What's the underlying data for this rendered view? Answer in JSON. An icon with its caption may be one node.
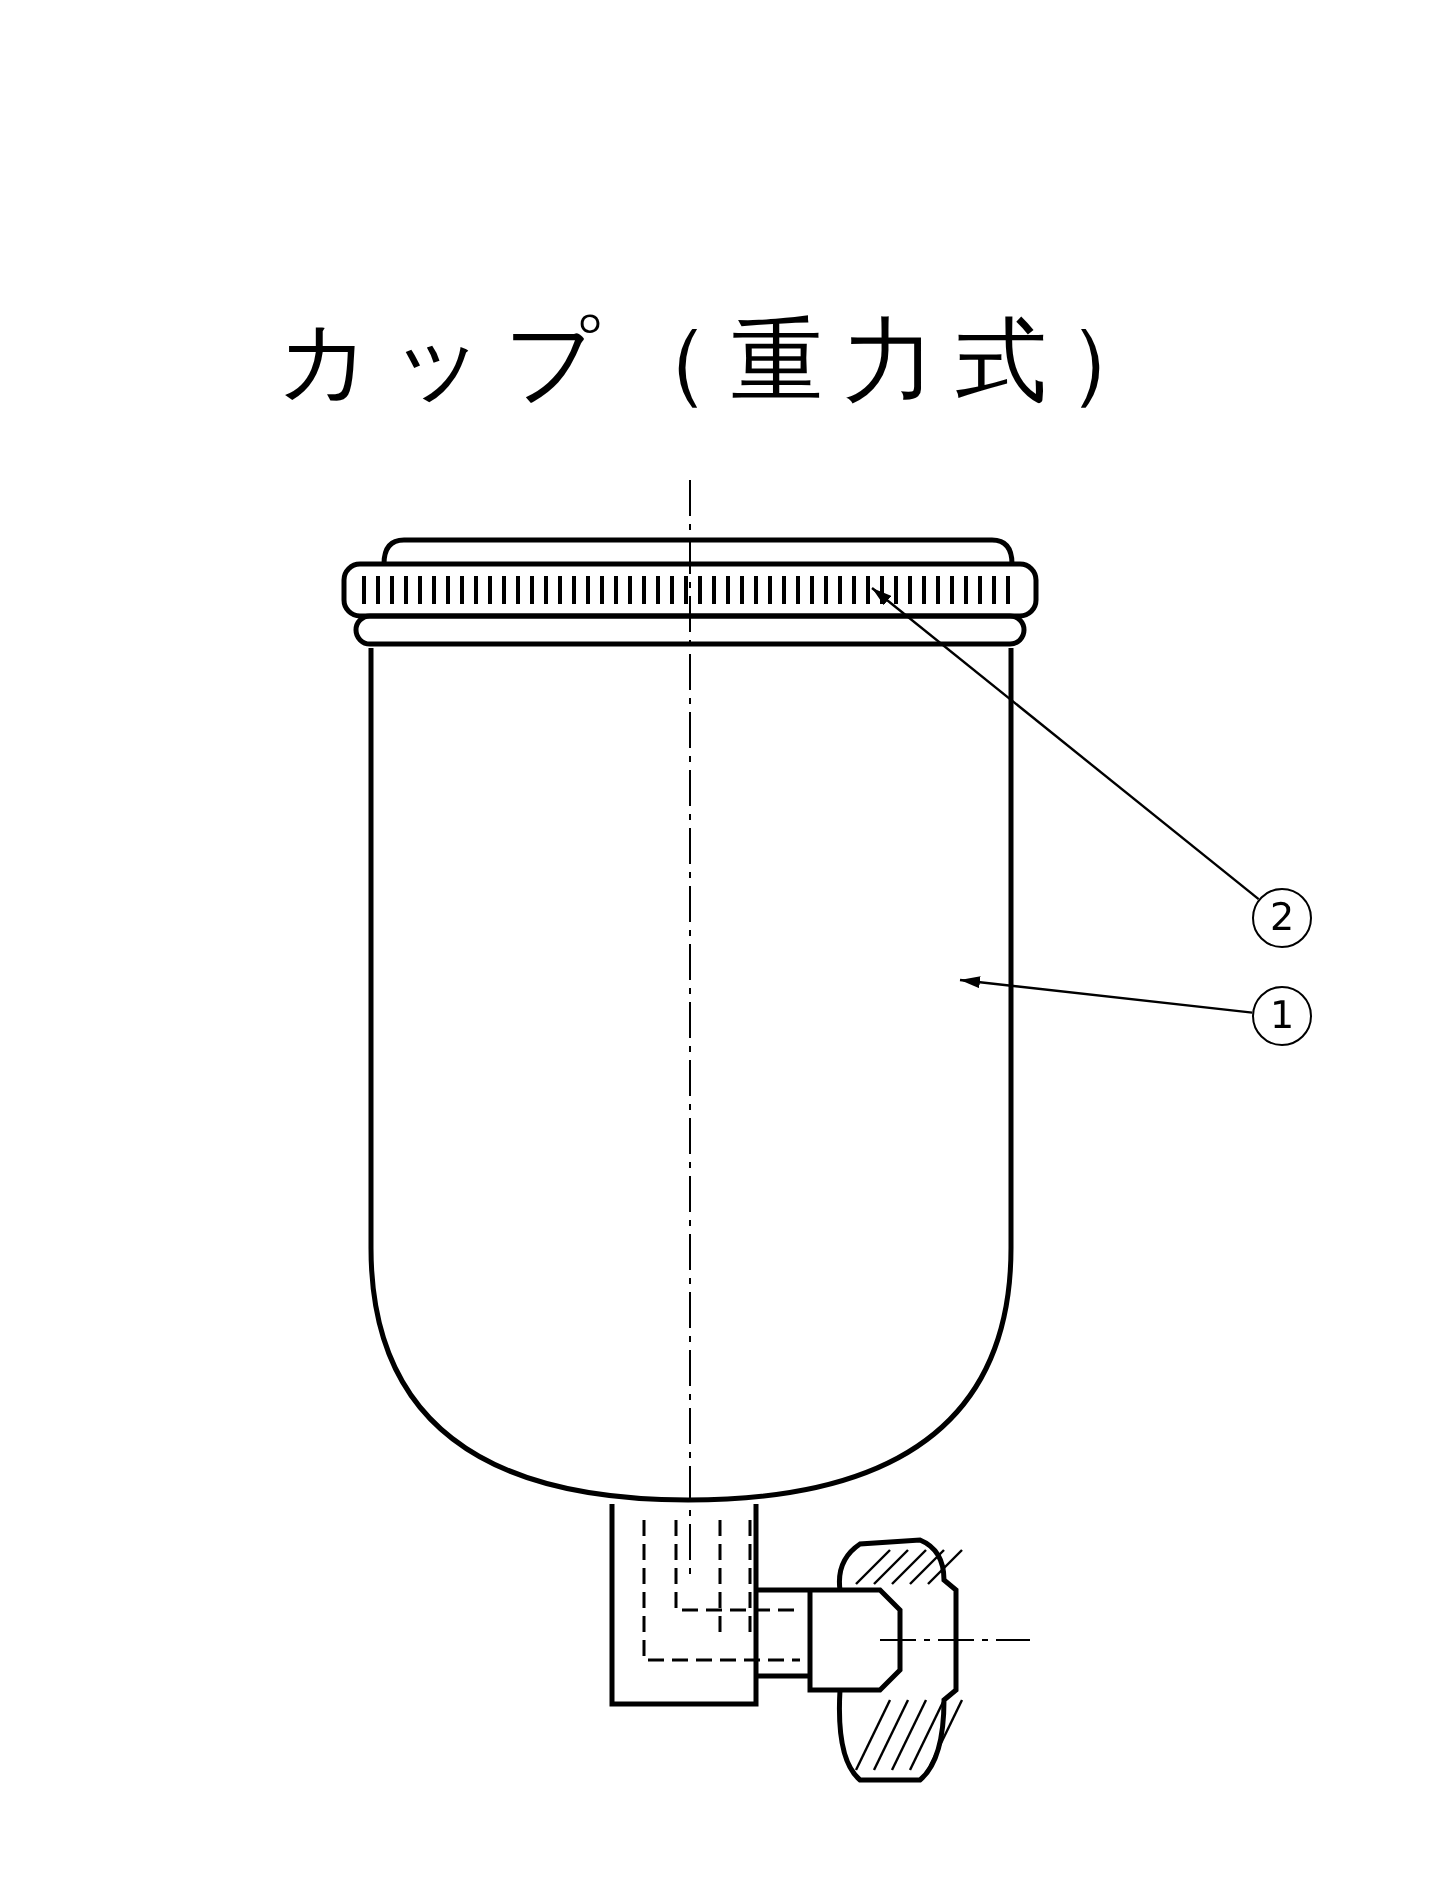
{
  "diagram": {
    "title": "カップ（重力式）",
    "nodes": [
      {
        "text": [
          "2"
        ]
      },
      {
        "text": [
          "1"
        ]
      },
      {
        "text": [],
        "shape": "picture"
      },
      {
        "text": [],
        "shape": "picture"
      }
    ],
    "edges": [
      {
        "from": 0,
        "to": 2,
        "arrow": "to"
      },
      {
        "from": 1,
        "to": 3,
        "arrow": "to"
      }
    ]
  }
}
